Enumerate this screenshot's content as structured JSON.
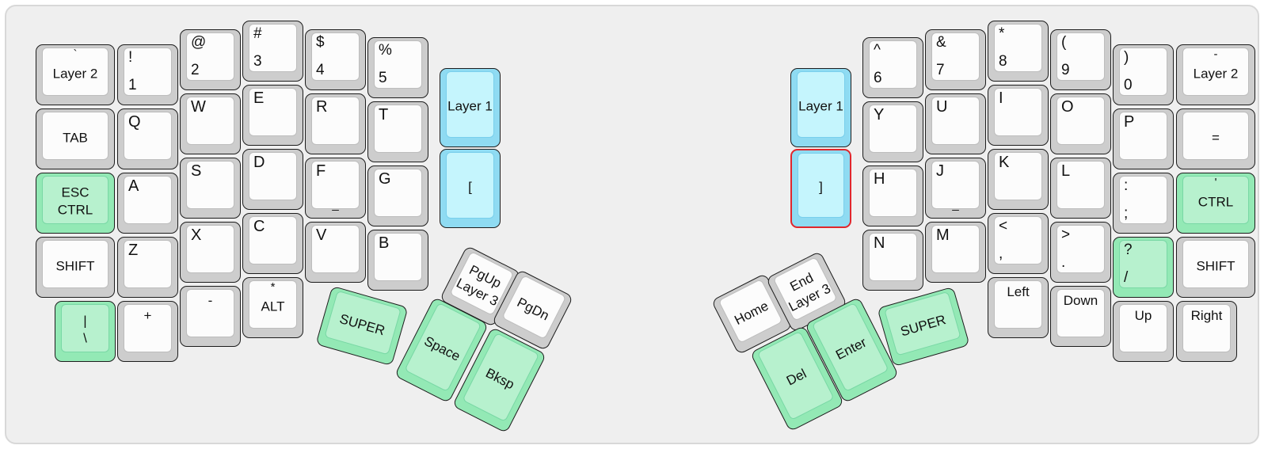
{
  "app": {
    "description": "Split ergonomic keyboard layout diagram"
  },
  "palette": {
    "panel_background": "#efefef",
    "panel_border": "#d8d8d8",
    "key_white_outer": "#cdcdcd",
    "key_white_face": "#fcfcfc",
    "key_green_outer": "#93e9b5",
    "key_green_face": "#b7f1ce",
    "key_blue_outer": "#8fdbf2",
    "key_blue_face": "#c5f5fd",
    "key_outline": "#1d1d1d",
    "highlight_outline_red": "#e0262c"
  },
  "keyboard": {
    "keys": [
      {
        "name": "key-layer2-left",
        "legends": [
          "`",
          "Layer 2"
        ],
        "color": "white"
      },
      {
        "name": "key-tab",
        "legends": [
          "TAB"
        ],
        "color": "white"
      },
      {
        "name": "key-esc-ctrl",
        "legends": [
          "ESC",
          "CTRL"
        ],
        "color": "green"
      },
      {
        "name": "key-shift-left",
        "legends": [
          "SHIFT"
        ],
        "color": "white"
      },
      {
        "name": "key-pipe-backslash",
        "legends": [
          "|",
          "\\"
        ],
        "color": "green"
      },
      {
        "name": "key-1",
        "legends": [
          "!",
          "1"
        ],
        "color": "white"
      },
      {
        "name": "key-q",
        "legends": [
          "Q"
        ],
        "color": "white"
      },
      {
        "name": "key-a",
        "legends": [
          "A"
        ],
        "color": "white"
      },
      {
        "name": "key-z",
        "legends": [
          "Z"
        ],
        "color": "white"
      },
      {
        "name": "key-plus",
        "legends": [
          "+"
        ],
        "color": "white"
      },
      {
        "name": "key-2",
        "legends": [
          "@",
          "2"
        ],
        "color": "white"
      },
      {
        "name": "key-w",
        "legends": [
          "W"
        ],
        "color": "white"
      },
      {
        "name": "key-s",
        "legends": [
          "S"
        ],
        "color": "white"
      },
      {
        "name": "key-x",
        "legends": [
          "X"
        ],
        "color": "white"
      },
      {
        "name": "key-minus-left",
        "legends": [
          "-"
        ],
        "color": "white"
      },
      {
        "name": "key-3",
        "legends": [
          "#",
          "3"
        ],
        "color": "white"
      },
      {
        "name": "key-e",
        "legends": [
          "E"
        ],
        "color": "white"
      },
      {
        "name": "key-d",
        "legends": [
          "D"
        ],
        "color": "white"
      },
      {
        "name": "key-c",
        "legends": [
          "C"
        ],
        "color": "white"
      },
      {
        "name": "key-star-alt",
        "legends": [
          "*",
          "ALT"
        ],
        "color": "white"
      },
      {
        "name": "key-4",
        "legends": [
          "$",
          "4"
        ],
        "color": "white"
      },
      {
        "name": "key-r",
        "legends": [
          "R"
        ],
        "color": "white"
      },
      {
        "name": "key-f",
        "legends": [
          "F",
          "_"
        ],
        "color": "white"
      },
      {
        "name": "key-v",
        "legends": [
          "V"
        ],
        "color": "white"
      },
      {
        "name": "key-5",
        "legends": [
          "%",
          "5"
        ],
        "color": "white"
      },
      {
        "name": "key-t",
        "legends": [
          "T"
        ],
        "color": "white"
      },
      {
        "name": "key-g",
        "legends": [
          "G"
        ],
        "color": "white"
      },
      {
        "name": "key-b",
        "legends": [
          "B"
        ],
        "color": "white"
      },
      {
        "name": "key-layer1-left",
        "legends": [
          "Layer 1"
        ],
        "color": "blue"
      },
      {
        "name": "key-lbracket",
        "legends": [
          "["
        ],
        "color": "blue"
      },
      {
        "name": "key-super-left",
        "legends": [
          "SUPER"
        ],
        "color": "green"
      },
      {
        "name": "key-space",
        "legends": [
          "Space"
        ],
        "color": "green"
      },
      {
        "name": "key-bksp",
        "legends": [
          "Bksp"
        ],
        "color": "green"
      },
      {
        "name": "key-pgup-layer3",
        "legends": [
          "PgUp",
          "Layer 3"
        ],
        "color": "white"
      },
      {
        "name": "key-pgdn",
        "legends": [
          "PgDn"
        ],
        "color": "white"
      },
      {
        "name": "key-layer1-right",
        "legends": [
          "Layer 1"
        ],
        "color": "blue"
      },
      {
        "name": "key-rbracket",
        "legends": [
          "]"
        ],
        "color": "blue",
        "outline": "red"
      },
      {
        "name": "key-6",
        "legends": [
          "^",
          "6"
        ],
        "color": "white"
      },
      {
        "name": "key-y",
        "legends": [
          "Y"
        ],
        "color": "white"
      },
      {
        "name": "key-h",
        "legends": [
          "H"
        ],
        "color": "white"
      },
      {
        "name": "key-n",
        "legends": [
          "N"
        ],
        "color": "white"
      },
      {
        "name": "key-7",
        "legends": [
          "&",
          "7"
        ],
        "color": "white"
      },
      {
        "name": "key-u",
        "legends": [
          "U"
        ],
        "color": "white"
      },
      {
        "name": "key-j",
        "legends": [
          "J",
          "_"
        ],
        "color": "white"
      },
      {
        "name": "key-m",
        "legends": [
          "M"
        ],
        "color": "white"
      },
      {
        "name": "key-8",
        "legends": [
          "*",
          "8"
        ],
        "color": "white"
      },
      {
        "name": "key-i",
        "legends": [
          "I"
        ],
        "color": "white"
      },
      {
        "name": "key-k",
        "legends": [
          "K"
        ],
        "color": "white"
      },
      {
        "name": "key-comma",
        "legends": [
          "<",
          ","
        ],
        "color": "white"
      },
      {
        "name": "key-arrow-left",
        "legends": [
          "Left"
        ],
        "color": "white"
      },
      {
        "name": "key-9",
        "legends": [
          "(",
          "9"
        ],
        "color": "white"
      },
      {
        "name": "key-o",
        "legends": [
          "O"
        ],
        "color": "white"
      },
      {
        "name": "key-l",
        "legends": [
          "L"
        ],
        "color": "white"
      },
      {
        "name": "key-period",
        "legends": [
          ">",
          "."
        ],
        "color": "white"
      },
      {
        "name": "key-arrow-down",
        "legends": [
          "Down"
        ],
        "color": "white"
      },
      {
        "name": "key-0",
        "legends": [
          ")",
          "0"
        ],
        "color": "white"
      },
      {
        "name": "key-p",
        "legends": [
          "P"
        ],
        "color": "white"
      },
      {
        "name": "key-semicolon",
        "legends": [
          ":",
          ";"
        ],
        "color": "white"
      },
      {
        "name": "key-question-slash",
        "legends": [
          "?",
          "/"
        ],
        "color": "green"
      },
      {
        "name": "key-arrow-up",
        "legends": [
          "Up"
        ],
        "color": "white"
      },
      {
        "name": "key-layer2-right",
        "legends": [
          "-",
          "Layer 2"
        ],
        "color": "white"
      },
      {
        "name": "key-equals",
        "legends": [
          "="
        ],
        "color": "white"
      },
      {
        "name": "key-quote-ctrl",
        "legends": [
          "'",
          "CTRL"
        ],
        "color": "green"
      },
      {
        "name": "key-shift-right",
        "legends": [
          "SHIFT"
        ],
        "color": "white"
      },
      {
        "name": "key-arrow-right",
        "legends": [
          "Right"
        ],
        "color": "white"
      },
      {
        "name": "key-home",
        "legends": [
          "Home"
        ],
        "color": "white"
      },
      {
        "name": "key-end-layer3",
        "legends": [
          "End",
          "Layer 3"
        ],
        "color": "white"
      },
      {
        "name": "key-del",
        "legends": [
          "Del"
        ],
        "color": "green"
      },
      {
        "name": "key-enter",
        "legends": [
          "Enter"
        ],
        "color": "green"
      },
      {
        "name": "key-super-right",
        "legends": [
          "SUPER"
        ],
        "color": "green"
      }
    ]
  }
}
